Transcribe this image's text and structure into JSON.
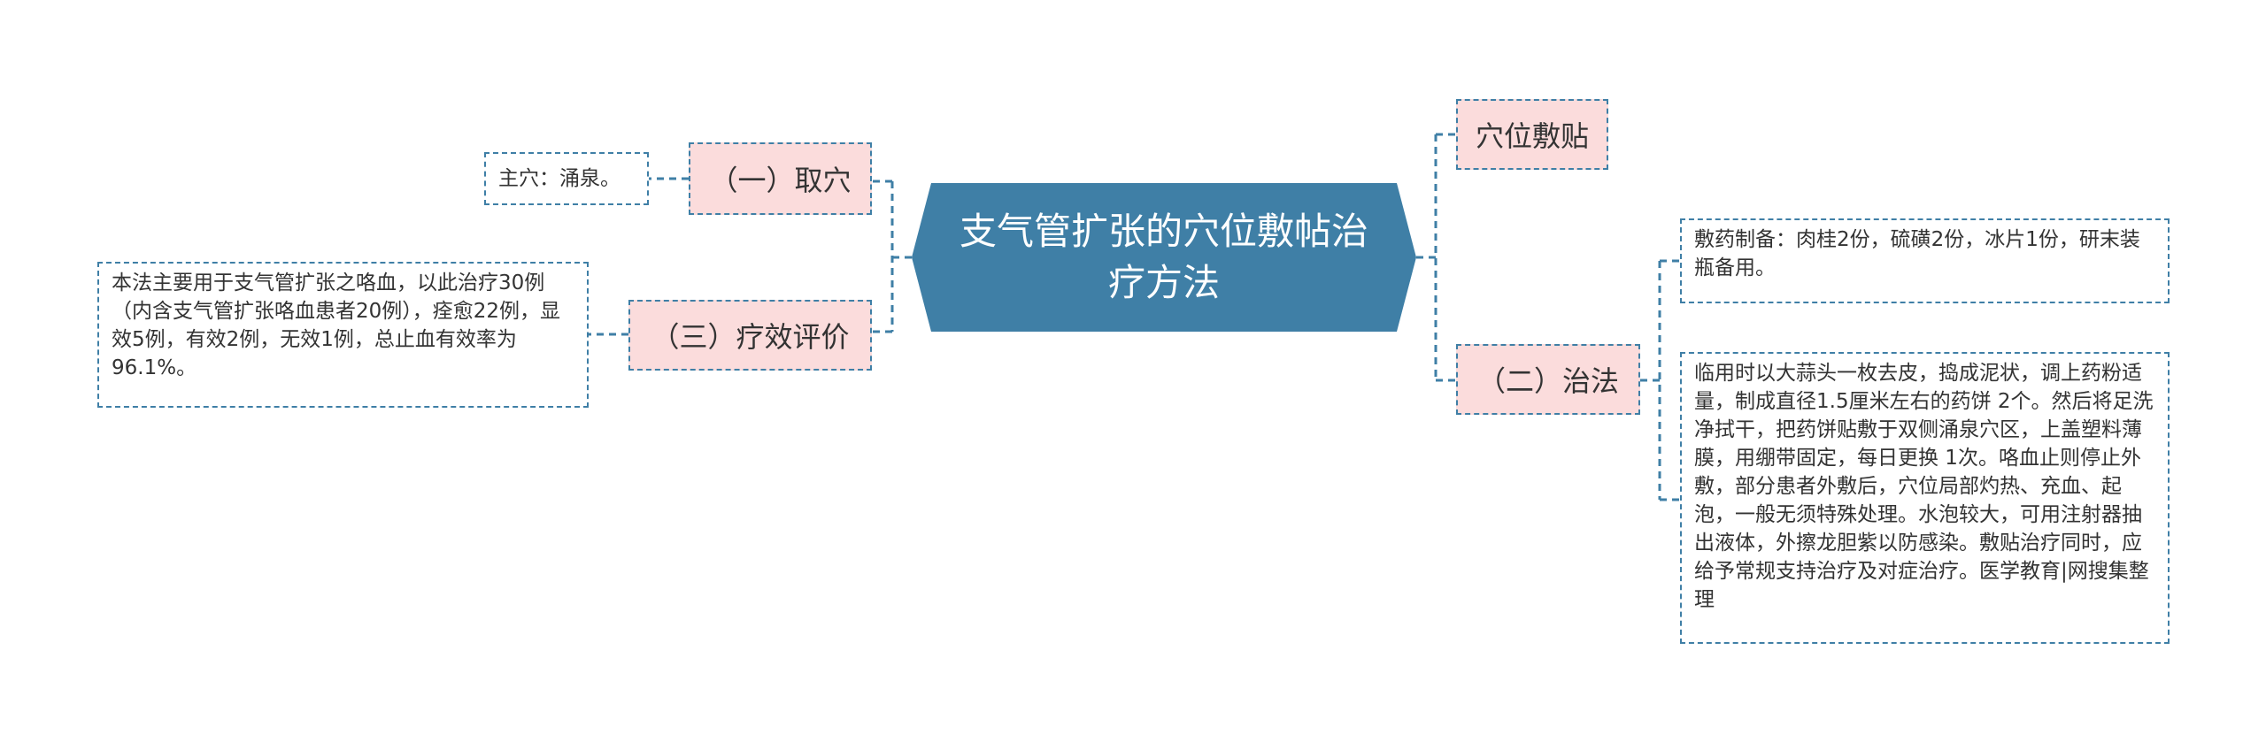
{
  "central": {
    "title": "支气管扩张的穴位敷帖治疗方法"
  },
  "left": {
    "b1": {
      "label": "（一）取穴",
      "leaf": "主穴：涌泉。"
    },
    "b3": {
      "label": "（三）疗效评价",
      "leaf": "本法主要用于支气管扩张之咯血，以此治疗30例（内含支气管扩张咯血患者20例），痊愈22例，显效5例，有效2例，无效1例，总止血有效率为96.1%。"
    }
  },
  "right": {
    "xw": {
      "label": "穴位敷贴"
    },
    "b2": {
      "label": "（二）治法",
      "leaf1": "敷药制备：肉桂2份，硫磺2份，冰片1份，研末装瓶备用。",
      "leaf2": "临用时以大蒜头一枚去皮，捣成泥状，调上药粉适量，制成直径1.5厘米左右的药饼 2个。然后将足洗净拭干，把药饼贴敷于双侧涌泉穴区，上盖塑料薄膜，用绷带固定，每日更换 1次。咯血止则停止外敷，部分患者外敷后，穴位局部灼热、充血、起泡，一般无须特殊处理。水泡较大，可用注射器抽出液体，外擦龙胆紫以防感染。敷贴治疗同时，应给予常规支持治疗及对症治疗。医学教育|网搜集整理"
    }
  },
  "colors": {
    "central": "#3f7fa6",
    "branch_fill": "#fbdcdc",
    "border": "#3f7fa6"
  }
}
